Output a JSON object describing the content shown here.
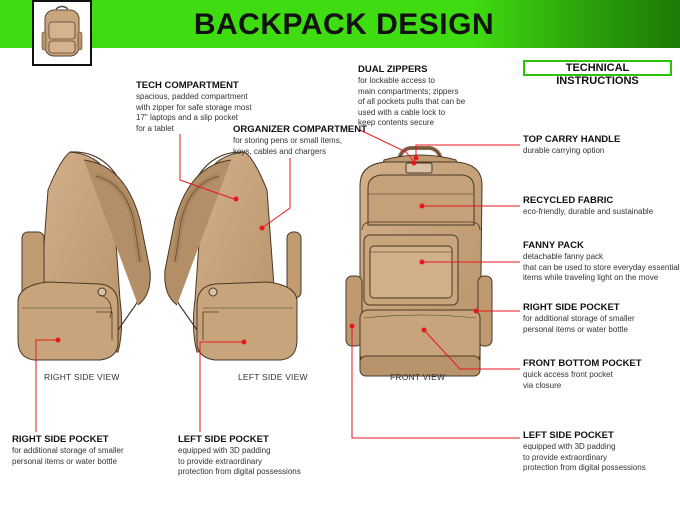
{
  "title": "BACKPACK DESIGN",
  "section_badge": "TECHNICAL INSTRUCTIONS",
  "views": {
    "right_side": "RIGHT SIDE VIEW",
    "left_side": "LEFT SIDE VIEW",
    "front": "FRONT VIEW"
  },
  "callouts": {
    "tech_compartment": {
      "title": "TECH COMPARTMENT",
      "lines": [
        "spacious, padded compartment",
        "with zipper for safe storage most",
        "17\" laptops and a slip pocket",
        "for a tablet"
      ]
    },
    "organizer_compartment": {
      "title": "ORGANIZER COMPARTMENT",
      "lines": [
        "for storing pens or small items,",
        "keys, cables and chargers"
      ]
    },
    "dual_zippers": {
      "title": "DUAL ZIPPERS",
      "lines": [
        "for lockable access to",
        "main compartments; zippers",
        "of all pockets pulls that can be",
        "used with a cable lock to",
        "keep contents secure"
      ]
    },
    "top_carry_handle": {
      "title": "TOP CARRY HANDLE",
      "lines": [
        "durable carrying option"
      ]
    },
    "recycled_fabric": {
      "title": "RECYCLED FABRIC",
      "lines": [
        "eco-friendly, durable and sustainable"
      ]
    },
    "fanny_pack": {
      "title": "FANNY PACK",
      "lines": [
        "detachable fanny pack",
        "that can be used to store everyday essential",
        "items while traveling light on the move"
      ]
    },
    "right_side_pocket_front": {
      "title": "RIGHT SIDE POCKET",
      "lines": [
        "for additional storage of smaller",
        "personal items or water bottle"
      ]
    },
    "front_bottom_pocket": {
      "title": "FRONT BOTTOM POCKET",
      "lines": [
        "quick access front pocket",
        "via closure"
      ]
    },
    "left_side_pocket_front": {
      "title": "LEFT SIDE POCKET",
      "lines": [
        "equipped with 3D padding",
        "to provide extraordinary",
        "protection from digital possessions"
      ]
    },
    "right_side_pocket_bottom": {
      "title": "RIGHT SIDE POCKET",
      "lines": [
        "for additional storage of smaller",
        "personal items or water bottle"
      ]
    },
    "left_side_pocket_bottom": {
      "title": "LEFT SIDE POCKET",
      "lines": [
        "equipped with 3D padding",
        "to provide extraordinary",
        "protection from digital possessions"
      ]
    }
  },
  "colors": {
    "header_green": "#3fdc12",
    "badge_border": "#2cc40a",
    "leader_red": "#e8171e",
    "fabric": "#c9a57e",
    "fabric_dark": "#a9845c"
  }
}
